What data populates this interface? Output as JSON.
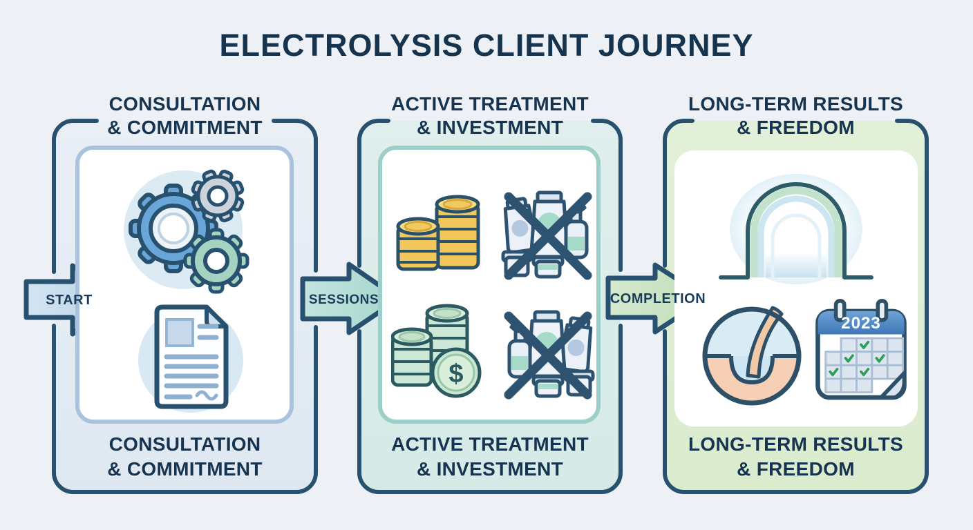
{
  "title": "ELECTROLYSIS CLIENT JOURNEY",
  "stages": [
    {
      "id": "consultation-commitment",
      "header_line1": "CONSULTATION",
      "header_line2": "& COMMITMENT",
      "footer_line1": "CONSULTATION",
      "footer_line2": "& COMMITMENT",
      "icons": [
        "gears-icon",
        "signed-consent-document-icon"
      ]
    },
    {
      "id": "active-treatment-investment",
      "header_line1": "ACTIVE TREATMENT",
      "header_line2": "& INVESTMENT",
      "footer_line1": "ACTIVE TREATMENT",
      "footer_line2": "& INVESTMENT",
      "icons": [
        "gold-coin-stacks-icon",
        "crossed-out-products-icon",
        "dollar-coin-stacks-icon",
        "crossed-out-products-icon"
      ],
      "dollar_symbol": "$"
    },
    {
      "id": "long-term-results-freedom",
      "header_line1": "LONG-TERM RESULTS",
      "header_line2": "& FREEDOM",
      "footer_line1": "LONG-TERM RESULTS",
      "footer_line2": "& FREEDOM",
      "icons": [
        "open-doorway-icon",
        "hair-follicle-icon",
        "calendar-2023-icon"
      ],
      "calendar_year": "2023"
    }
  ],
  "arrows": [
    {
      "label": "START"
    },
    {
      "label": "SESSIONS"
    },
    {
      "label": "COMPLETION"
    }
  ],
  "colors": {
    "page_background": "#edf1f6",
    "navy_outline": "#27516e",
    "heading_text": "#163450",
    "stage1_background": "#e5ecf3",
    "stage2_background": "#dbecea",
    "stage3_background": "#deedd2",
    "stage1_card_border": "#a9c3de",
    "stage2_card_border": "#9bcfc7",
    "start_arrow_fill": "#c3dbec",
    "sessions_arrow_fill": "#aedcd4",
    "completion_arrow_fill": "#c9e4c3",
    "gold_coin": "#f1c75c",
    "green_coin": "#cde8d6",
    "teal_accent": "#a5dbc8",
    "calendar_header_blue": "#4c82bd",
    "check_green": "#2f9e5a",
    "skin_tone": "#f6cfb4"
  }
}
